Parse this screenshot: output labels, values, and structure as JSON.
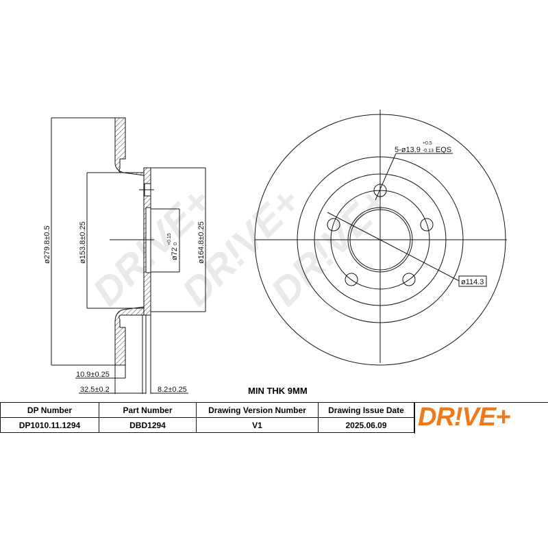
{
  "drawing": {
    "dims": {
      "outer_diameter": "ø279.8±0.5",
      "inner_diameter": "ø153.8±0.25",
      "hat_diameter": "ø164.8±0.25",
      "center_bore": "ø72",
      "center_bore_tol_upper": "+0.15",
      "center_bore_tol_lower": "0",
      "thickness": "10.9±0.25",
      "height": "32.5±0.2",
      "hat_thickness": "8.2±0.25",
      "bolt_holes": "5-ø13.9",
      "bolt_tol_upper": "+0.5",
      "bolt_tol_lower": "-0.13",
      "bolt_suffix": "EQS",
      "pcd": "ø114.3"
    },
    "min_thickness": "MIN THK 9MM",
    "watermark": "DR!VE+"
  },
  "table": {
    "headers": [
      "DP Number",
      "Part Number",
      "Drawing Version Number",
      "Drawing Issue Date"
    ],
    "values": [
      "DP1010.11.1294",
      "DBD1294",
      "V1",
      "2025.06.09"
    ]
  },
  "logo": {
    "text": "DR!VE+",
    "color": "#f07a1a"
  }
}
